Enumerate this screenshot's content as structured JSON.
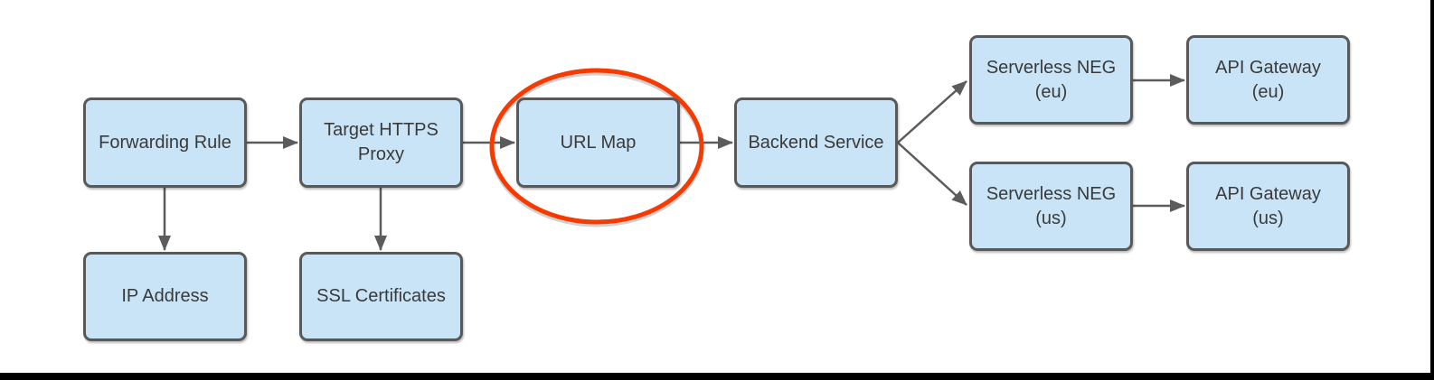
{
  "diagram": {
    "nodes": [
      {
        "id": "forwarding-rule",
        "label": "Forwarding Rule"
      },
      {
        "id": "target-https-proxy",
        "label": "Target HTTPS\nProxy"
      },
      {
        "id": "url-map",
        "label": "URL Map",
        "highlighted": true
      },
      {
        "id": "backend-service",
        "label": "Backend Service"
      },
      {
        "id": "serverless-neg-eu",
        "label": "Serverless NEG\n(eu)"
      },
      {
        "id": "api-gateway-eu",
        "label": "API Gateway\n(eu)"
      },
      {
        "id": "serverless-neg-us",
        "label": "Serverless NEG\n(us)"
      },
      {
        "id": "api-gateway-us",
        "label": "API Gateway\n(us)"
      },
      {
        "id": "ip-address",
        "label": "IP Address"
      },
      {
        "id": "ssl-certificates",
        "label": "SSL Certificates"
      }
    ],
    "edges": [
      {
        "from": "forwarding-rule",
        "to": "target-https-proxy"
      },
      {
        "from": "forwarding-rule",
        "to": "ip-address"
      },
      {
        "from": "target-https-proxy",
        "to": "url-map"
      },
      {
        "from": "target-https-proxy",
        "to": "ssl-certificates"
      },
      {
        "from": "url-map",
        "to": "backend-service"
      },
      {
        "from": "backend-service",
        "to": "serverless-neg-eu"
      },
      {
        "from": "backend-service",
        "to": "serverless-neg-us"
      },
      {
        "from": "serverless-neg-eu",
        "to": "api-gateway-eu"
      },
      {
        "from": "serverless-neg-us",
        "to": "api-gateway-us"
      }
    ],
    "highlight": {
      "shape": "ellipse",
      "node": "url-map",
      "color": "#f63a00"
    },
    "colors": {
      "node_fill": "#c9e4f6",
      "node_border": "#595959",
      "text": "#3a3a3a",
      "arrow": "#5c5c5c",
      "highlight_ellipse": "#f63a00",
      "frame": "#000000",
      "background": "#ffffff"
    }
  }
}
